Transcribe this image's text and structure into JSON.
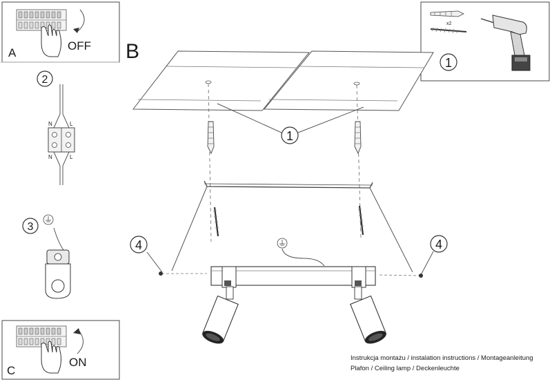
{
  "panels": {
    "a": {
      "letter": "A",
      "action": "OFF"
    },
    "c": {
      "letter": "C",
      "action": "ON"
    },
    "b": {
      "letter": "B"
    },
    "tools": {
      "quantity": "x2",
      "step": "1"
    }
  },
  "wiring": {
    "step": "2",
    "neutral": "N",
    "live": "L"
  },
  "ground": {
    "step": "3"
  },
  "steps": {
    "mount": "1",
    "screw": "4"
  },
  "footer": {
    "line1": "Instrukcja montażu / instalation instructions / Montageanleitung",
    "line2": "Plafon / Ceiling lamp / Deckenleuchte"
  }
}
